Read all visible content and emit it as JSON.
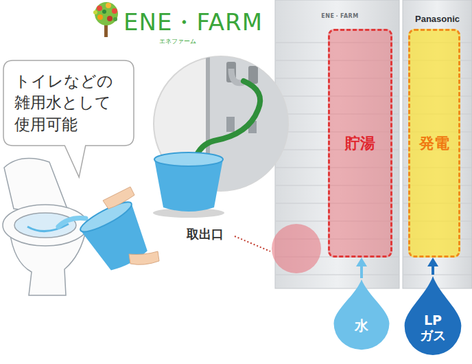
{
  "diagram": {
    "title": "ENE・FARM",
    "nodes": [
      {
        "text": [
          "トイレなどの 雑用水として 使用可能"
        ]
      },
      {
        "text": [
          "ENE・FARM"
        ]
      },
      {
        "text": [
          "貯湯"
        ],
        "in": 1
      },
      {
        "text": [
          "Panasonic"
        ]
      },
      {
        "text": [
          "発電"
        ],
        "in": 3
      },
      {
        "text": [
          "水"
        ]
      },
      {
        "text": [
          "LP ガス"
        ]
      }
    ],
    "edges": [
      {
        "from": 5,
        "to": 2,
        "arrow": "to"
      },
      {
        "from": 6,
        "to": 4,
        "arrow": "to"
      }
    ],
    "labels": [
      "エネファーム",
      "取出口"
    ]
  }
}
